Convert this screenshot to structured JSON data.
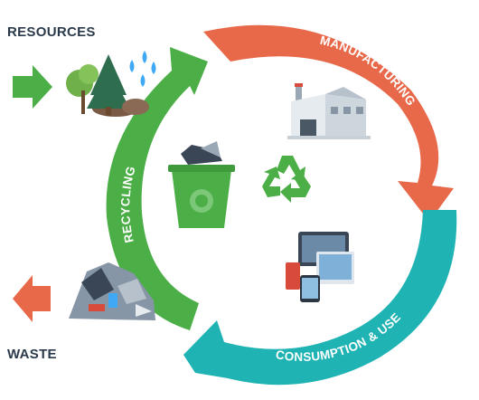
{
  "labels": {
    "resources": "RESOURCES",
    "waste": "WASTE"
  },
  "cycle_stages": [
    {
      "name": "MANUFACTURING",
      "color": "#e8694a"
    },
    {
      "name": "CONSUMPTION & USE",
      "color": "#1fb3b3"
    },
    {
      "name": "RECYCLING",
      "color": "#4cae47"
    }
  ],
  "colors": {
    "resources_arrow": "#4cae47",
    "waste_arrow": "#e8694a",
    "recycle_symbol": "#4cae47",
    "label_text": "#2b3a4a"
  },
  "icons": [
    "trees-icon",
    "water-drops-icon",
    "factory-icon",
    "electronics-icon",
    "recycle-bin-icon",
    "recycle-symbol-icon",
    "trash-pile-icon"
  ]
}
